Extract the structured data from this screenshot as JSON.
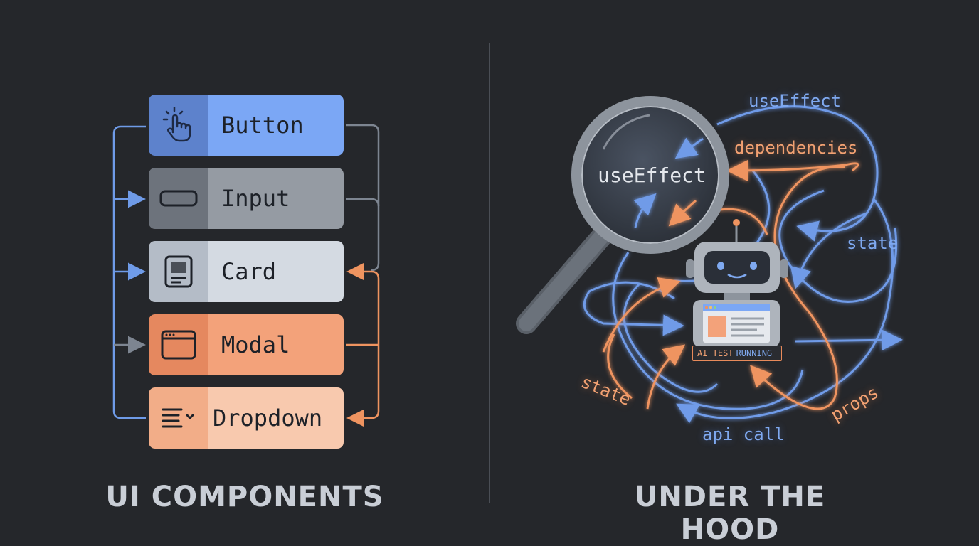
{
  "left_panel": {
    "title": "UI COMPONENTS",
    "components": [
      {
        "label": "Button",
        "icon": "pointer-hand-icon",
        "icon_bg": "#5d82cc",
        "label_bg": "#7ba7f5"
      },
      {
        "label": "Input",
        "icon": "input-field-icon",
        "icon_bg": "#6d737c",
        "label_bg": "#959ba3"
      },
      {
        "label": "Card",
        "icon": "card-icon",
        "icon_bg": "#b4bcc7",
        "label_bg": "#d4dae2"
      },
      {
        "label": "Modal",
        "icon": "modal-window-icon",
        "icon_bg": "#e5885f",
        "label_bg": "#f3a27a"
      },
      {
        "label": "Dropdown",
        "icon": "dropdown-list-icon",
        "icon_bg": "#f2ad88",
        "label_bg": "#f8c9ae"
      }
    ]
  },
  "right_panel": {
    "title": "UNDER THE HOOD",
    "lens_label": "useEffect",
    "flow_labels": {
      "use_effect": "useEffect",
      "dependencies": "dependencies",
      "state_right": "state",
      "state_left": "state",
      "api_call": "api call",
      "props": "props"
    },
    "badge": {
      "part1": "AI TEST",
      "part2": "RUNNING"
    }
  },
  "colors": {
    "background": "#25272b",
    "blue_accent": "#6f9be8",
    "orange_accent": "#ef9460",
    "divider": "#4a4e55"
  }
}
